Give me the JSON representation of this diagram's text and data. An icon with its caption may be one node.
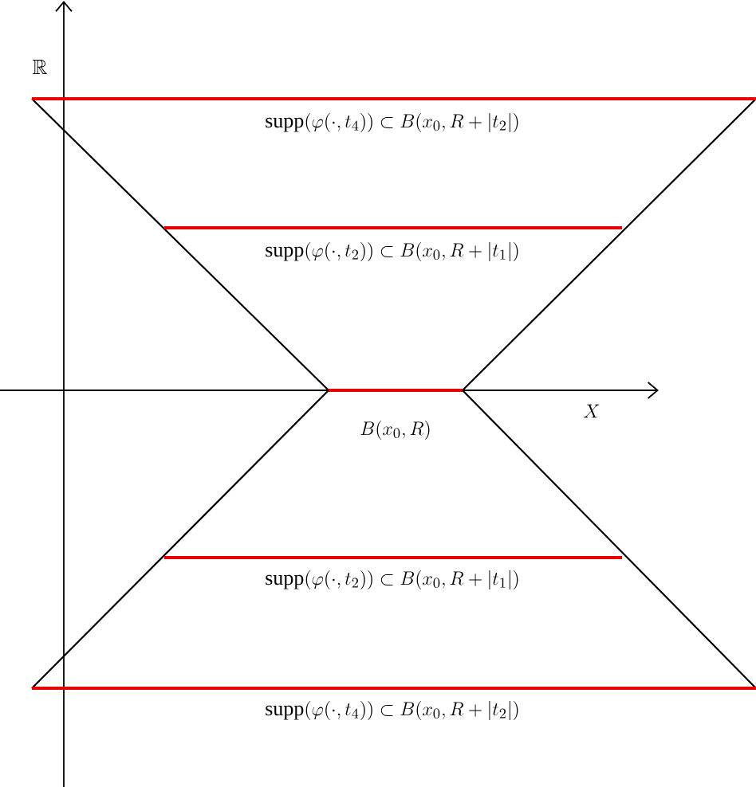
{
  "diagram": {
    "labels": [
      "\\mathbb{R}",
      "\\operatorname{supp}(\\varphi(\\cdot,t_4))\\subset B(x_0,R+|t_2|)",
      "\\operatorname{supp}(\\varphi(\\cdot,t_2))\\subset B(x_0,R+|t_1|)",
      "B(x_0,R)",
      "X",
      "\\operatorname{supp}(\\varphi(\\cdot,t_2))\\subset B(x_0,R+|t_1|)",
      "\\operatorname{supp}(\\varphi(\\cdot,t_4))\\subset B(x_0,R+|t_2|)"
    ]
  }
}
